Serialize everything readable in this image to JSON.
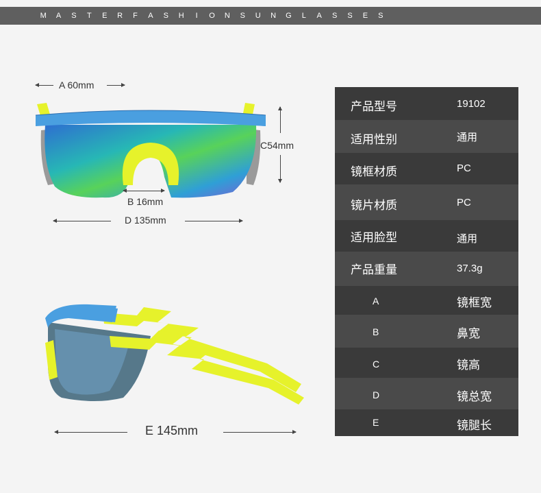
{
  "banner": {
    "letters": [
      "M",
      "A",
      "S",
      "T",
      "E",
      "R",
      "F",
      "A",
      "S",
      "H",
      "I",
      "O",
      "N",
      "S",
      "U",
      "N",
      "G",
      "L",
      "A",
      "S",
      "S",
      "E",
      "S"
    ]
  },
  "dimensions": {
    "a": "A 60mm",
    "b": "B 16mm",
    "c": "C54mm",
    "d": "D 135mm",
    "e": "E 145mm"
  },
  "specs": [
    {
      "label": "产品型号",
      "value": "19102"
    },
    {
      "label": "适用性别",
      "value": "通用"
    },
    {
      "label": "镜框材质",
      "value": "PC"
    },
    {
      "label": "镜片材质",
      "value": "PC"
    },
    {
      "label": "适用脸型",
      "value": "通用"
    },
    {
      "label": "产品重量",
      "value": "37.3g"
    }
  ],
  "legend": [
    {
      "code": "A",
      "name": "镜框宽"
    },
    {
      "code": "B",
      "name": "鼻宽"
    },
    {
      "code": "C",
      "name": "镜高"
    },
    {
      "code": "D",
      "name": "镜总宽"
    },
    {
      "code": "E",
      "name": "镜腿长"
    }
  ],
  "colors": {
    "frame": "#4a9fe0",
    "accent": "#e6f22b",
    "lens": "#3aa6c8"
  }
}
